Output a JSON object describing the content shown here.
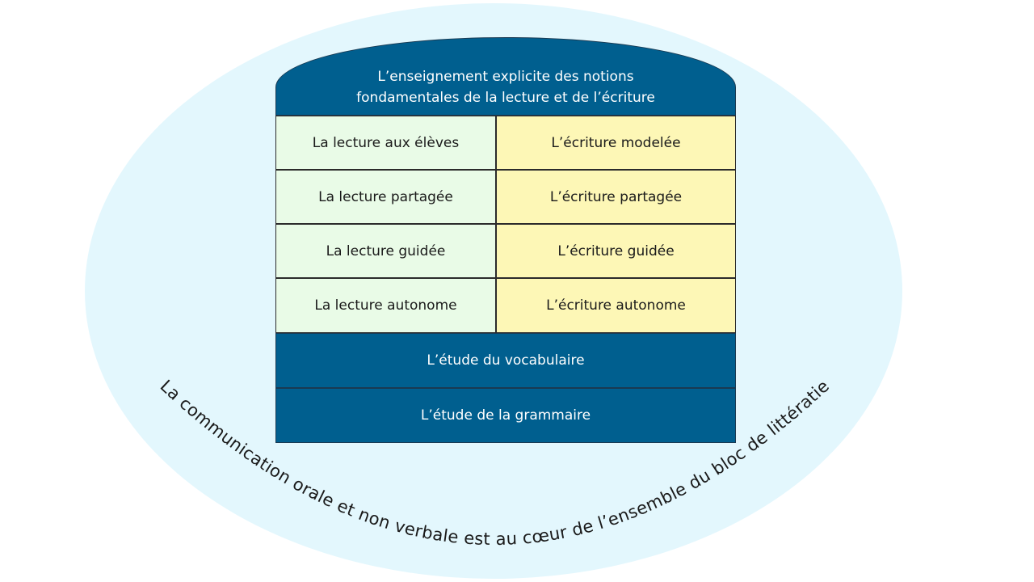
{
  "header": {
    "line1": "L’enseignement explicite des notions",
    "line2": "fondamentales de la lecture et de l’écriture"
  },
  "lecture": [
    "La lecture aux élèves",
    "La lecture partagée",
    "La lecture guidée",
    "La lecture autonome"
  ],
  "ecriture": [
    "L’écriture modelée",
    "L’écriture partagée",
    "L’écriture guidée",
    "L’écriture autonome"
  ],
  "bands": {
    "vocabulaire": "L’étude du vocabulaire",
    "grammaire": "L’étude de la grammaire"
  },
  "arc_caption": "La communication orale et non verbale est au cœur de l’ensemble du bloc de littératie",
  "colors": {
    "ellipse": "#e3f7fd",
    "dark_blue": "#005f8f",
    "reading_cell": "#e9fbe7",
    "writing_cell": "#fdf7b6"
  }
}
